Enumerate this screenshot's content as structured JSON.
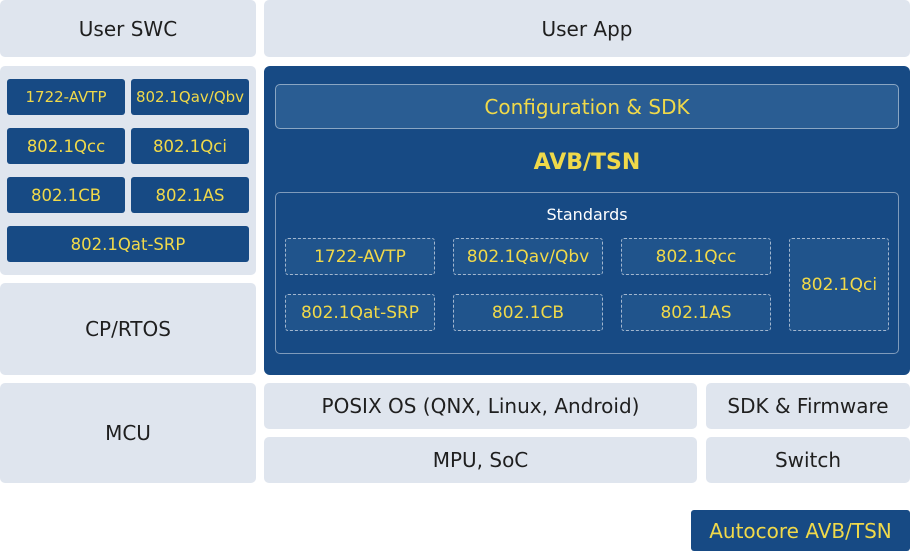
{
  "top": {
    "user_swc": "User SWC",
    "user_app": "User App"
  },
  "left_panel": {
    "items": [
      "1722-AVTP",
      "802.1Qav/Qbv",
      "802.1Qcc",
      "802.1Qci",
      "802.1CB",
      "802.1AS",
      "802.1Qat-SRP"
    ]
  },
  "cp_rtos": "CP/RTOS",
  "avb": {
    "config": "Configuration & SDK",
    "title": "AVB/TSN",
    "standards_label": "Standards",
    "standards": [
      "1722-AVTP",
      "802.1Qav/Qbv",
      "802.1Qcc",
      "802.1Qci",
      "802.1Qat-SRP",
      "802.1CB",
      "802.1AS"
    ]
  },
  "bottom": {
    "mcu": "MCU",
    "posix": "POSIX OS (QNX, Linux, Android)",
    "sdk_firmware": "SDK & Firmware",
    "mpu": "MPU, SoC",
    "switch": "Switch"
  },
  "badge": "Autocore AVB/TSN",
  "colors": {
    "navy": "#174a84",
    "yellow": "#f0d94a",
    "gray": "#dfe5ee"
  }
}
